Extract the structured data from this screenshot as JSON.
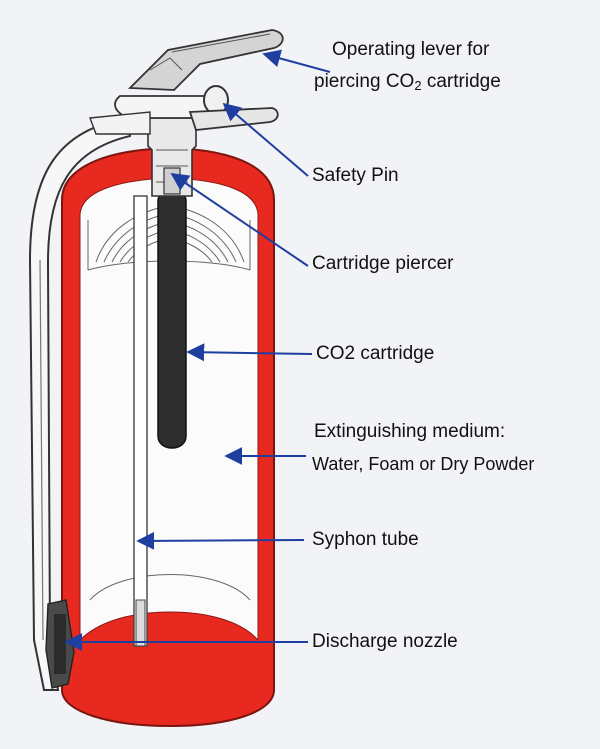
{
  "colors": {
    "background": "#f2f3f7",
    "body_red": "#e8291f",
    "cartridge": "#2e2e2e",
    "arrow_blue": "#1f3fa0",
    "outline": "#333333"
  },
  "labels": {
    "operating_lever_line1": "Operating lever for",
    "operating_lever_line2_prefix": "piercing CO",
    "operating_lever_line2_sub": "2",
    "operating_lever_line2_suffix": " cartridge",
    "safety_pin": "Safety Pin",
    "cartridge_piercer": "Cartridge piercer",
    "co2_cartridge": "CO2 cartridge",
    "extinguishing_medium_line1": "Extinguishing medium:",
    "extinguishing_medium_line2": "Water, Foam or Dry Powder",
    "syphon_tube": "Syphon tube",
    "discharge_nozzle": "Discharge nozzle"
  }
}
